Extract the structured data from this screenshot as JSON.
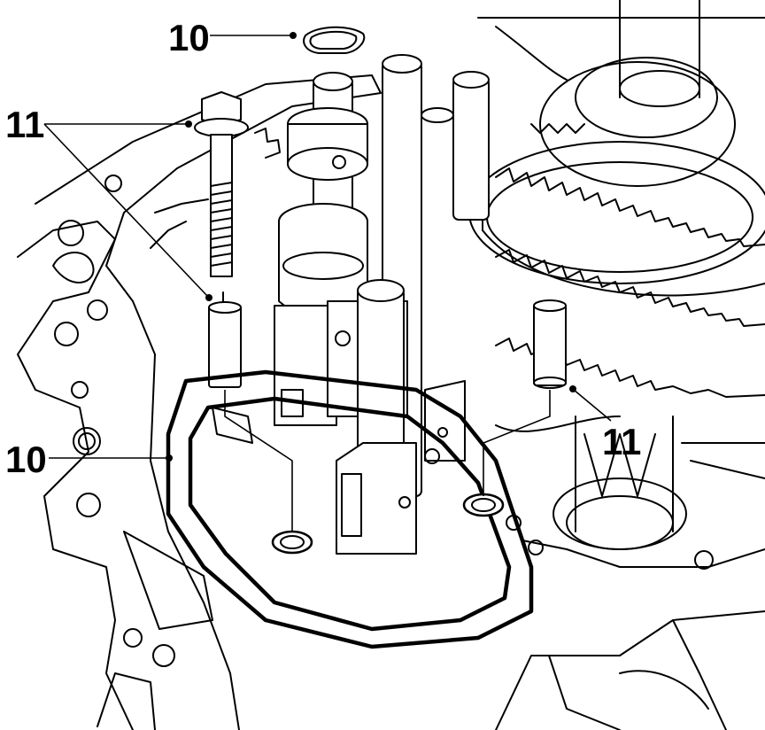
{
  "callouts": {
    "top_seal": "10",
    "left_upper": "11",
    "left_lower": "10",
    "right": "11"
  },
  "colors": {
    "ink": "#000000",
    "paper": "#ffffff"
  }
}
